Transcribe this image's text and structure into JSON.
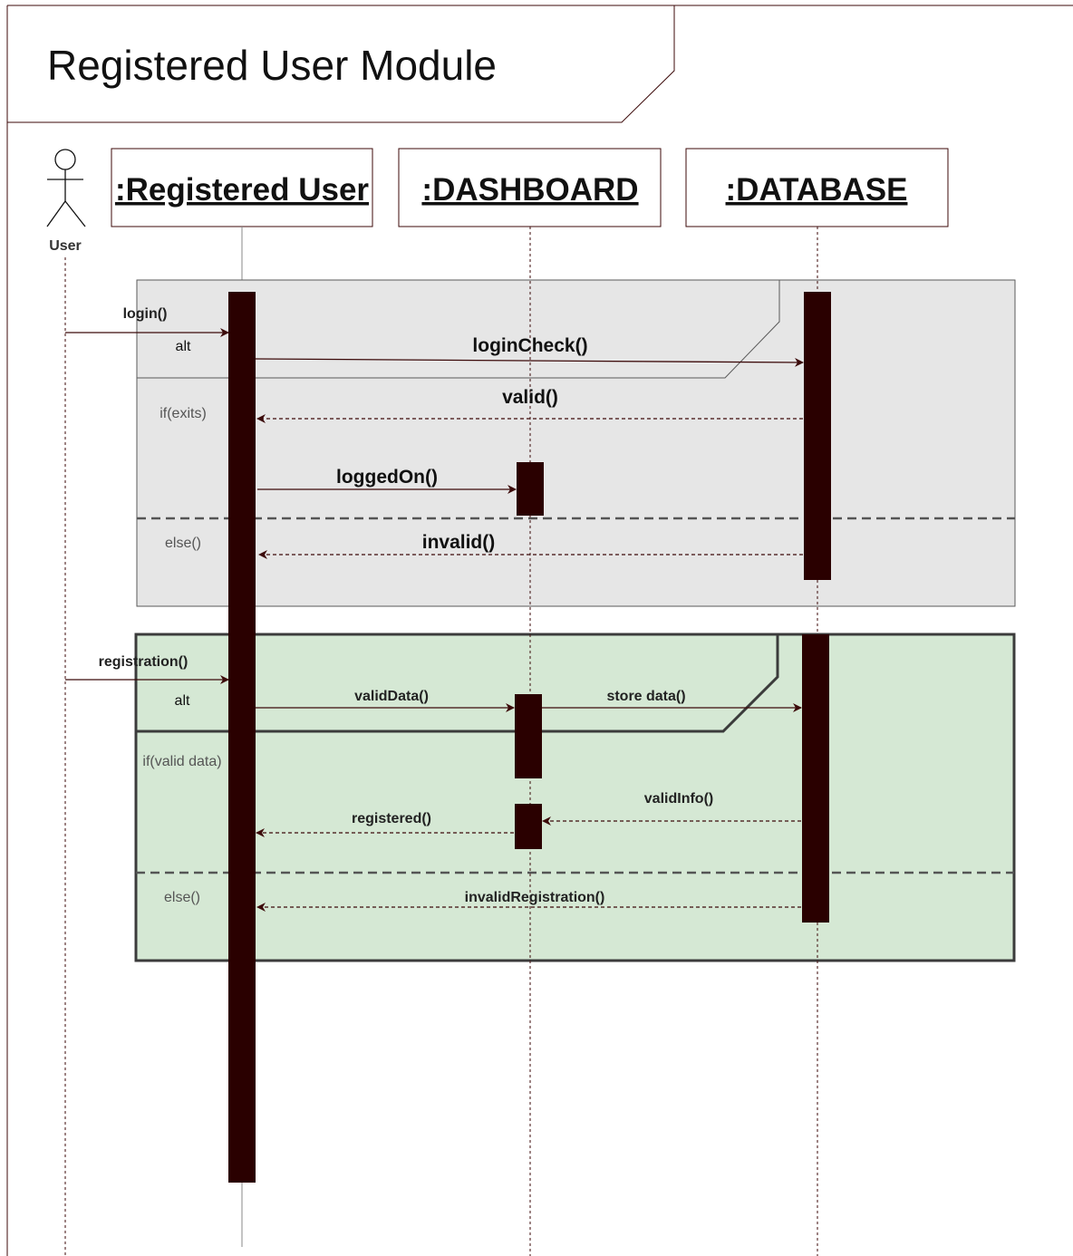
{
  "title": "Registered User Module",
  "actor": {
    "label": "User"
  },
  "lifelines": [
    {
      "name": ":Registered User"
    },
    {
      "name": ":DASHBOARD"
    },
    {
      "name": ":DATABASE"
    }
  ],
  "login_fragment": {
    "operator": "alt",
    "guard_if": "if(exits)",
    "guard_else": "else()"
  },
  "registration_fragment": {
    "operator": "alt",
    "guard_if": "if(valid data)",
    "guard_else": "else()"
  },
  "messages": {
    "login": "login()",
    "login_check": "loginCheck()",
    "valid": "valid()",
    "logged_on": "loggedOn()",
    "invalid": "invalid()",
    "registration": "registration()",
    "valid_data": "validData()",
    "store_data": "store data()",
    "valid_info": "validInfo()",
    "registered": "registered()",
    "invalid_registration": "invalidRegistration()"
  },
  "colors": {
    "line": "#3c0a0a",
    "activation": "#2a0000",
    "login_fragment_fill": "#e6e6e6",
    "registration_fragment_fill": "#d5e8d4",
    "fragment_border_registration": "#3b3b3b",
    "fragment_border_login": "#5a5a5a"
  }
}
